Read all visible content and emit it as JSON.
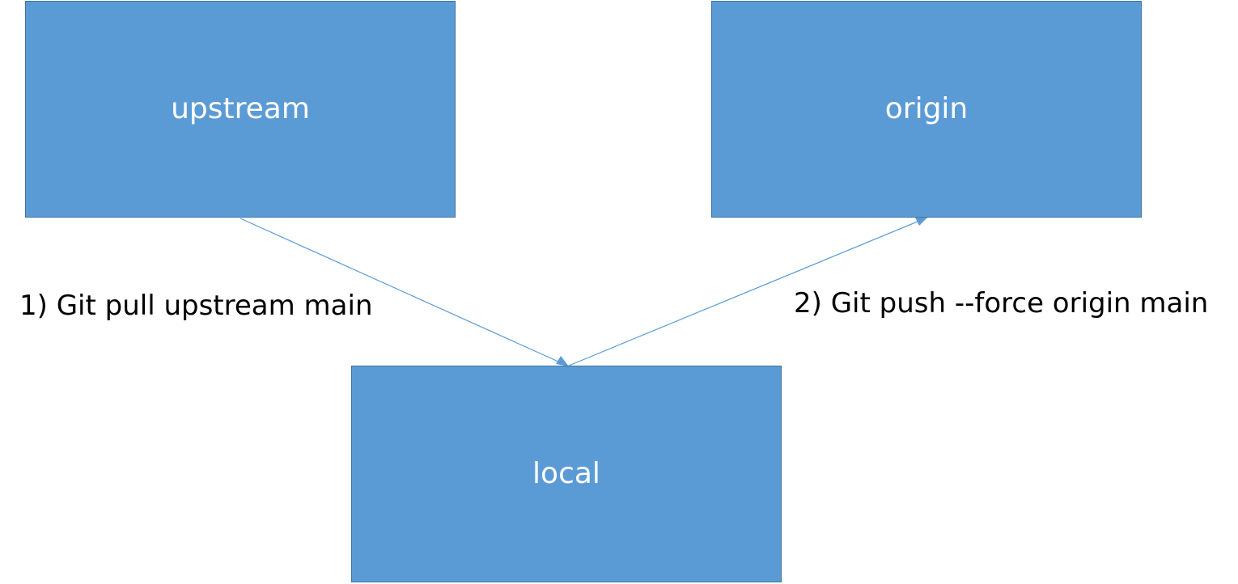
{
  "nodes": {
    "upstream": "upstream",
    "origin": "origin",
    "local": "local"
  },
  "edges": {
    "pull": "1) Git pull upstream main",
    "push": "2) Git push --force origin main"
  },
  "colors": {
    "box_fill": "#5b9bd5",
    "box_border": "#41719c",
    "connector": "#5b9bd5",
    "box_text": "#ffffff",
    "label_text": "#000000"
  }
}
